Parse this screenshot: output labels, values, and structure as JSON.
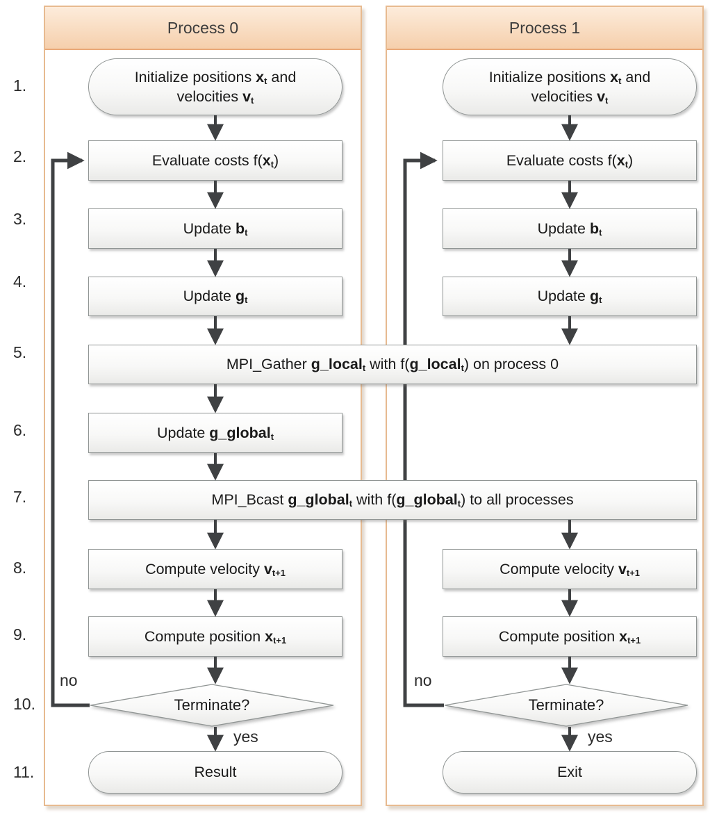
{
  "columns": [
    {
      "title": "Process 0"
    },
    {
      "title": "Process 1"
    }
  ],
  "step_numbers": [
    "1.",
    "2.",
    "3.",
    "4.",
    "5.",
    "6.",
    "7.",
    "8.",
    "9.",
    "10.",
    "11."
  ],
  "branch_labels": {
    "no": "no",
    "yes": "yes"
  },
  "nodes": {
    "init": [
      {
        "t": "Initialize positions "
      },
      {
        "t": "x",
        "b": true
      },
      {
        "t": "t",
        "b": true,
        "s": true
      },
      {
        "t": " and"
      },
      {
        "br": true
      },
      {
        "t": "velocities "
      },
      {
        "t": "v",
        "b": true
      },
      {
        "t": "t",
        "b": true,
        "s": true
      }
    ],
    "evaluate": [
      {
        "t": "Evaluate costs f("
      },
      {
        "t": "x",
        "b": true
      },
      {
        "t": "t",
        "b": true,
        "s": true
      },
      {
        "t": ")"
      }
    ],
    "update_b": [
      {
        "t": "Update "
      },
      {
        "t": "b",
        "b": true
      },
      {
        "t": "t",
        "b": true,
        "s": true
      }
    ],
    "update_g": [
      {
        "t": "Update "
      },
      {
        "t": "g",
        "b": true
      },
      {
        "t": "t",
        "b": true,
        "s": true
      }
    ],
    "mpi_gather": [
      {
        "t": "MPI_Gather "
      },
      {
        "t": "g_local",
        "b": true
      },
      {
        "t": "t",
        "b": true,
        "s": true
      },
      {
        "t": " with f("
      },
      {
        "t": "g_local",
        "b": true
      },
      {
        "t": "t",
        "b": true,
        "s": true
      },
      {
        "t": ") on process 0"
      }
    ],
    "update_g_global": [
      {
        "t": "Update "
      },
      {
        "t": "g_global",
        "b": true
      },
      {
        "t": "t",
        "b": true,
        "s": true
      }
    ],
    "mpi_bcast": [
      {
        "t": "MPI_Bcast "
      },
      {
        "t": "g_global",
        "b": true
      },
      {
        "t": "t",
        "b": true,
        "s": true
      },
      {
        "t": " with f("
      },
      {
        "t": "g_global",
        "b": true
      },
      {
        "t": "t",
        "b": true,
        "s": true
      },
      {
        "t": ") to all processes"
      }
    ],
    "compute_velocity": [
      {
        "t": "Compute velocity "
      },
      {
        "t": "v",
        "b": true
      },
      {
        "t": "t+1",
        "b": true,
        "s": true
      }
    ],
    "compute_position": [
      {
        "t": "Compute position "
      },
      {
        "t": "x",
        "b": true
      },
      {
        "t": "t+1",
        "b": true,
        "s": true
      }
    ],
    "terminate": [
      {
        "t": "Terminate?"
      }
    ],
    "result": [
      {
        "t": "Result"
      }
    ],
    "exit": [
      {
        "t": "Exit"
      }
    ]
  },
  "colors": {
    "arrow": "#3f4143",
    "text": "#1a1a1a",
    "panel_border": "#e7ba90",
    "header_border": "#e9a878",
    "header_fill_top": "#fdecdb",
    "header_fill_bottom": "#f5cfac",
    "shape_border": "#909594",
    "shape_fill_top": "#ffffff",
    "shape_fill_bottom": "#eaeae8"
  }
}
